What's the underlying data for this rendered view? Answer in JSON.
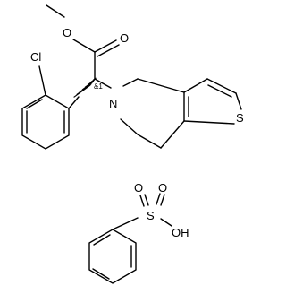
{
  "structure": {
    "clopidogrel": {
      "atoms": {
        "ester_oxygen": "O",
        "carbonyl_oxygen": "O",
        "chlorine": "Cl",
        "nitrogen": "N",
        "sulfur": "S"
      },
      "stereo_label": "&1"
    },
    "benzenesulfonic_acid": {
      "atoms": {
        "sulfur": "S",
        "oxygen_top_left": "O",
        "oxygen_top_right": "O",
        "hydroxyl": "OH"
      }
    }
  }
}
